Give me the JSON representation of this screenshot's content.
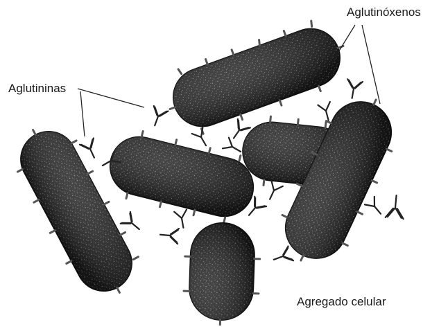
{
  "labels": {
    "aglutinoxenos": "Aglutinóxenos",
    "aglutininas": "Aglutininas",
    "agregado": "Agregado celular"
  }
}
